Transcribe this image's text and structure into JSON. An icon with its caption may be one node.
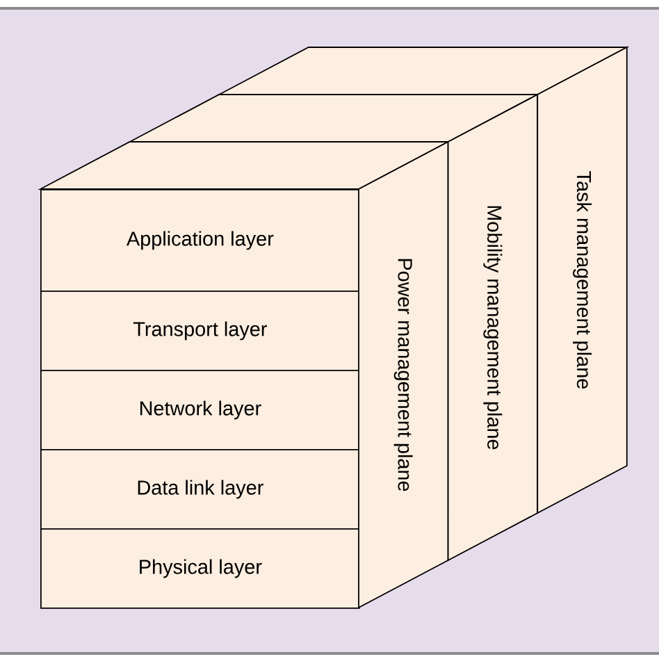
{
  "diagram": {
    "nodes": [
      {
        "text": [
          "Application layer"
        ]
      },
      {
        "text": [
          "Transport layer"
        ]
      },
      {
        "text": [
          "Network layer"
        ]
      },
      {
        "text": [
          "Data link layer"
        ]
      },
      {
        "text": [
          "Physical layer"
        ]
      },
      {
        "text": [
          "Power management plane"
        ]
      },
      {
        "text": [
          "Mobility management plane"
        ]
      },
      {
        "text": [
          "Task management plane"
        ]
      }
    ]
  }
}
